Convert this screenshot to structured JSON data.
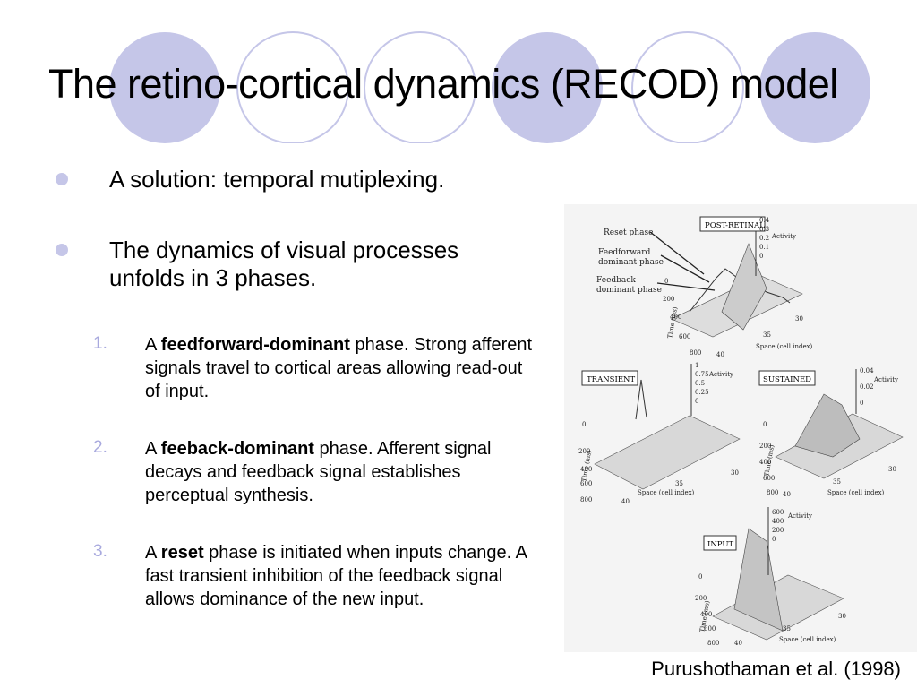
{
  "title": "The retino-cortical dynamics (RECOD) model",
  "bullets": [
    "A solution: temporal mutiplexing.",
    "The dynamics of visual processes unfolds in 3 phases."
  ],
  "phases": [
    {
      "num": "1.",
      "pre": "A ",
      "bold": "feedforward-dominant",
      "post": " phase. Strong afferent signals travel to cortical areas allowing read-out of input."
    },
    {
      "num": "2.",
      "pre": "A ",
      "bold": "feeback-dominant",
      "post": " phase. Afferent signal decays and feedback signal establishes perceptual synthesis."
    },
    {
      "num": "3.",
      "pre": "A ",
      "bold": "reset",
      "post": " phase is initiated when inputs change. A fast transient inhibition of the feedback signal allows dominance of the new input."
    }
  ],
  "figure": {
    "annotations": [
      "Reset phase",
      "Feedforward",
      "dominant phase",
      "Feedback",
      "dominant phase"
    ],
    "panels": {
      "post_retinal": {
        "label": "POST-RETINAL",
        "z_ticks": [
          "0.4",
          "0.3",
          "0.2",
          "0.1",
          "0"
        ],
        "t_ticks": [
          "0",
          "200",
          "400",
          "600",
          "800"
        ],
        "s_ticks": [
          "40",
          "35",
          "30"
        ]
      },
      "transient": {
        "label": "TRANSIENT",
        "z_ticks": [
          "1",
          "0.75",
          "0.5",
          "0.25",
          "0"
        ],
        "t_ticks": [
          "0",
          "200",
          "400",
          "600",
          "800"
        ],
        "s_ticks": [
          "40",
          "35",
          "30"
        ]
      },
      "sustained": {
        "label": "SUSTAINED",
        "z_ticks": [
          "0.04",
          "0.02",
          "0"
        ],
        "t_ticks": [
          "0",
          "200",
          "400",
          "600",
          "800"
        ],
        "s_ticks": [
          "40",
          "35",
          "30"
        ]
      },
      "input": {
        "label": "INPUT",
        "z_ticks": [
          "600",
          "400",
          "200",
          "0"
        ],
        "t_ticks": [
          "0",
          "200",
          "400",
          "600",
          "800"
        ],
        "s_ticks": [
          "40",
          "35",
          "30"
        ]
      }
    },
    "z_label": "Activity",
    "t_label": "Time (ms)",
    "s_label": "Space (cell index)"
  },
  "citation": "Purushothaman et al. (1998)",
  "colors": {
    "accent": "#c5c6e8",
    "number": "#a8a9de"
  }
}
